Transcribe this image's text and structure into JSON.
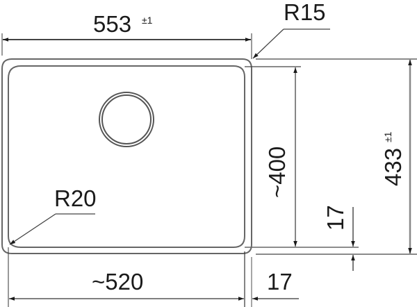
{
  "drawing": {
    "title": "Sink technical dimension drawing",
    "line_color": "#333333",
    "outline_color": "#555555"
  },
  "dimensions": {
    "overall_width": {
      "value": "553",
      "tolerance": "±1"
    },
    "overall_height": {
      "value": "433",
      "tolerance": "±1"
    },
    "bowl_width": {
      "value": "~520"
    },
    "bowl_height": {
      "value": "~400"
    },
    "rim_side": {
      "value": "17"
    },
    "rim_bottom": {
      "value": "17"
    },
    "outer_radius": {
      "value": "R15"
    },
    "inner_radius": {
      "value": "R20"
    }
  }
}
